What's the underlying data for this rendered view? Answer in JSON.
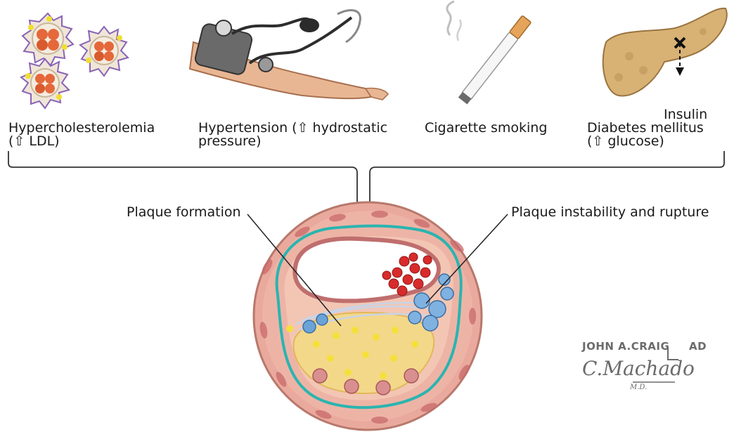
{
  "risk_factors": [
    {
      "label": "Hypercholesterolemia\n(⇧ LDL)"
    },
    {
      "label": "Hypertension (⇧ hydrostatic\npressure)"
    },
    {
      "label": "Cigarette smoking"
    },
    {
      "label": "Diabetes mellitus\n(⇧ glucose)"
    }
  ],
  "insulin_label": "Insulin",
  "plaque": {
    "formation_label": "Plaque formation",
    "rupture_label": "Plaque instability and rupture"
  },
  "signature": {
    "line1": "JOHN A.CRAIG",
    "line1_suffix": "AD",
    "line2": "C.Machado",
    "line3": "M.D."
  },
  "colors": {
    "vessel_wall": "#e9a99c",
    "media": "#d98a82",
    "endothelium": "#2bb4b0",
    "lumen": "#ffffff",
    "plaque_core": "#f3d06a",
    "blood": "#d82b2b",
    "macrophage": "#6aa3d6",
    "arrow": "#333333"
  }
}
